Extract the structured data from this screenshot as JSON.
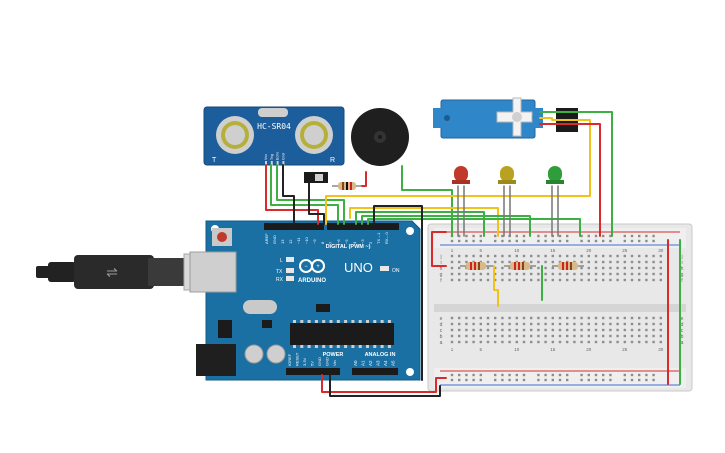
{
  "sensor": {
    "model": "HC-SR04",
    "left_mark": "T",
    "right_mark": "R",
    "pins": [
      "Vcc",
      "Trig",
      "Echo",
      "Gnd"
    ]
  },
  "arduino": {
    "brand": "ARDUINO",
    "model": "UNO",
    "digital_label": "DIGITAL (PWM ~)",
    "power_label": "POWER",
    "analog_label": "ANALOG IN",
    "on_label": "ON",
    "led_l": "L",
    "led_tx": "TX",
    "led_rx": "RX",
    "top_pins": [
      "AREF",
      "GND",
      "13",
      "12",
      "~11",
      "~10",
      "~9",
      "8",
      "7",
      "~6",
      "~5",
      "4",
      "~3",
      "2",
      "TX→1",
      "RX←0"
    ],
    "power_pins": [
      "IOREF",
      "RESET",
      "3.3V",
      "5V",
      "GND",
      "GND",
      "Vin"
    ],
    "analog_pins": [
      "A0",
      "A1",
      "A2",
      "A3",
      "A4",
      "A5"
    ]
  },
  "breadboard": {
    "col_numbers": [
      "1",
      "5",
      "10",
      "15",
      "20",
      "25",
      "30"
    ],
    "row_letters_top": [
      "j",
      "i",
      "h",
      "g",
      "f"
    ],
    "row_letters_bottom": [
      "e",
      "d",
      "c",
      "b",
      "a"
    ]
  },
  "colors": {
    "board": "#1a6fa3",
    "wire_red": "#d92b2b",
    "wire_green": "#3cb043",
    "wire_yellow": "#f2c21b",
    "wire_black": "#222222",
    "led_red": "#c0392b",
    "led_yellow": "#b8a21f",
    "led_green": "#2e9e3a",
    "servo": "#2f86c8"
  }
}
